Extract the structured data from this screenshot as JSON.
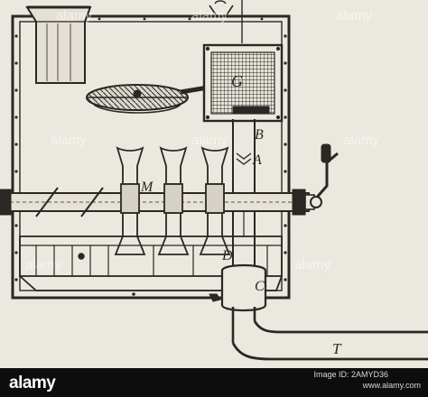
{
  "diagram": {
    "labels": {
      "g": "G",
      "b": "B",
      "a": "A",
      "m": "M",
      "d": "D",
      "c": "C",
      "t": "T"
    },
    "colors": {
      "paper": "#ebe8df",
      "ink": "#2a2724",
      "screen_fill": "#cfcac0"
    }
  },
  "watermark": {
    "text": "alamy"
  },
  "stock_bar": {
    "brand": "alamy",
    "image_id_label": "Image ID: 2AMYD36",
    "url": "www.alamy.com"
  }
}
